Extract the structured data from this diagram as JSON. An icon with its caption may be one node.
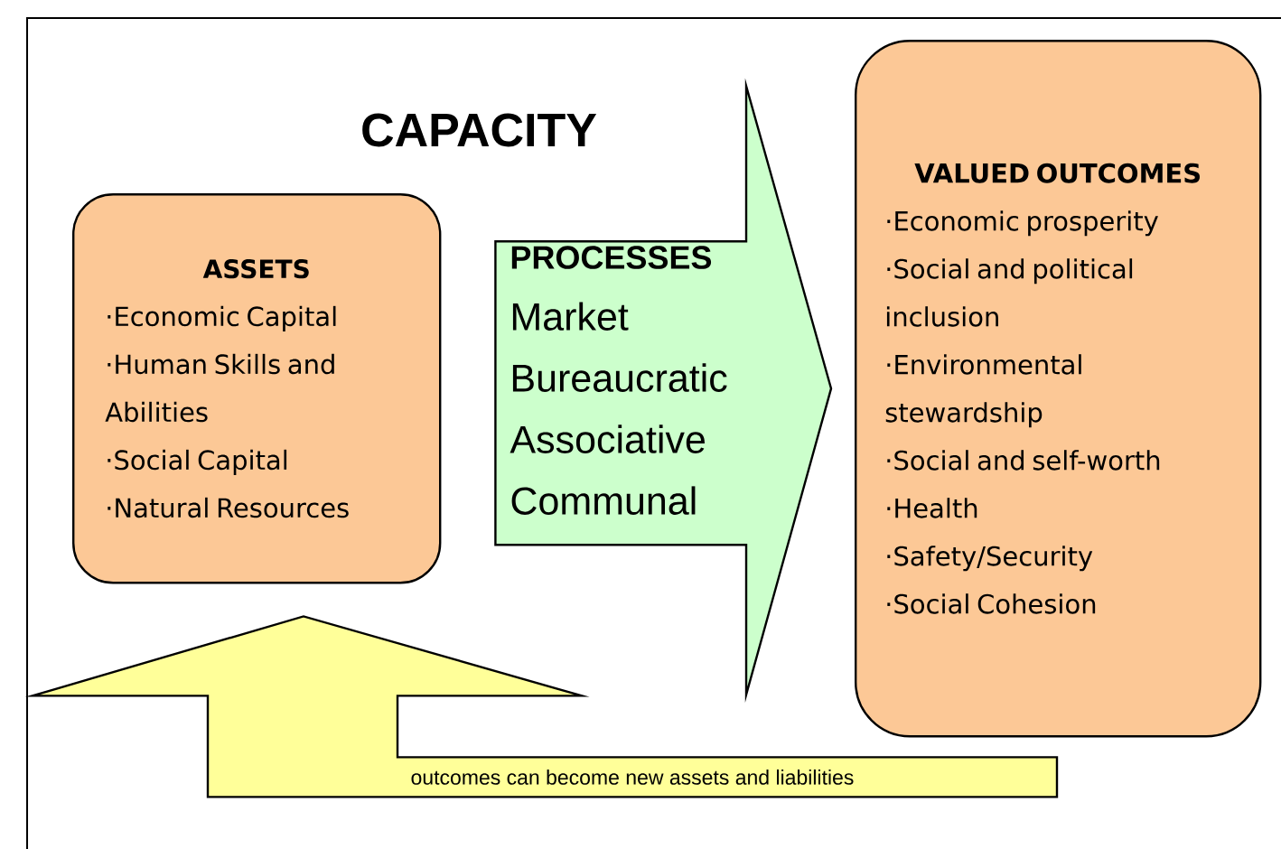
{
  "diagram": {
    "title": "CAPACITY",
    "nodes": [
      {
        "text": [
          "ASSETS",
          "·Economic Capital",
          "·Human Skills and Abilities",
          "·Social Capital",
          "·Natural Resources"
        ]
      },
      {
        "text": [
          "PROCESSES",
          "Market",
          "Bureaucratic",
          "Associative",
          "Communal"
        ]
      },
      {
        "text": [
          "VALUED OUTCOMES",
          "·Economic prosperity",
          "·Social and political inclusion",
          "·Environmental stewardship",
          "·Social and self-worth",
          "·Health",
          "·Safety/Security",
          "·Social Cohesion"
        ]
      }
    ],
    "edges": [
      {
        "from": 0,
        "to": 2,
        "arrow": "to"
      },
      {
        "from": 2,
        "to": 0,
        "arrow": "to",
        "label": "outcomes can become new assets and liabilities"
      }
    ]
  }
}
